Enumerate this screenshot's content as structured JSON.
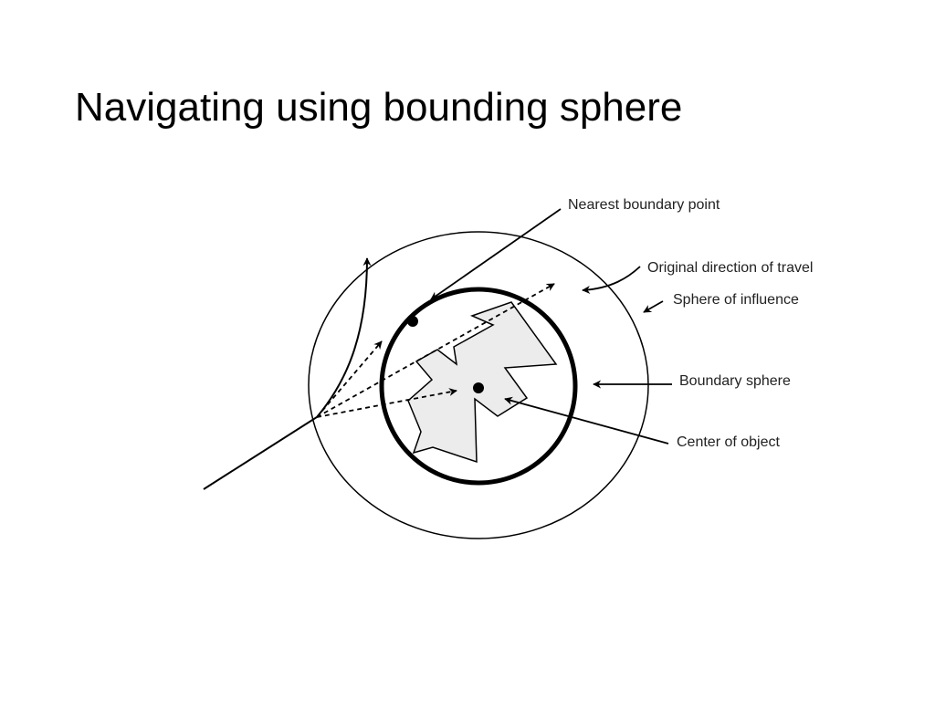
{
  "slide": {
    "title": "Navigating using bounding sphere"
  },
  "diagram": {
    "labels": {
      "nearest_boundary_point": "Nearest boundary point",
      "original_direction": "Original direction of travel",
      "sphere_of_influence": "Sphere of influence",
      "boundary_sphere": "Boundary sphere",
      "center_of_object": "Center of object"
    }
  }
}
